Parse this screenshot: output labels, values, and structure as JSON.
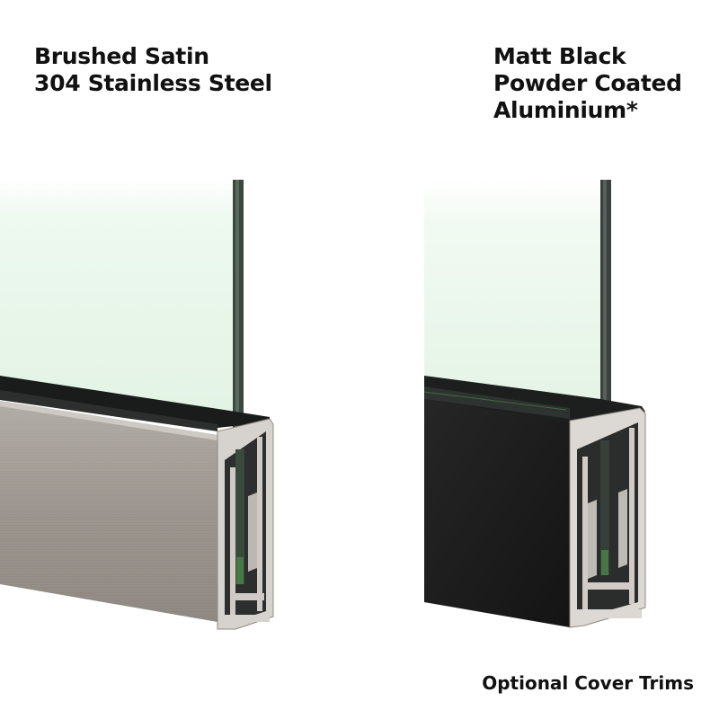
{
  "captions": {
    "left": {
      "line1": "Brushed Satin",
      "line2": "304 Stainless Steel"
    },
    "right": {
      "line1": "Matt Black",
      "line2": "Powder Coated",
      "line3": "Aluminium*"
    },
    "footer": "Optional Cover Trims"
  },
  "colors": {
    "background": "#ffffff",
    "glass": "#e8f7ea",
    "stainless": "#9f9891",
    "matt_black": "#1c1c1c",
    "aluminium_profile": "#d9d6d2"
  }
}
